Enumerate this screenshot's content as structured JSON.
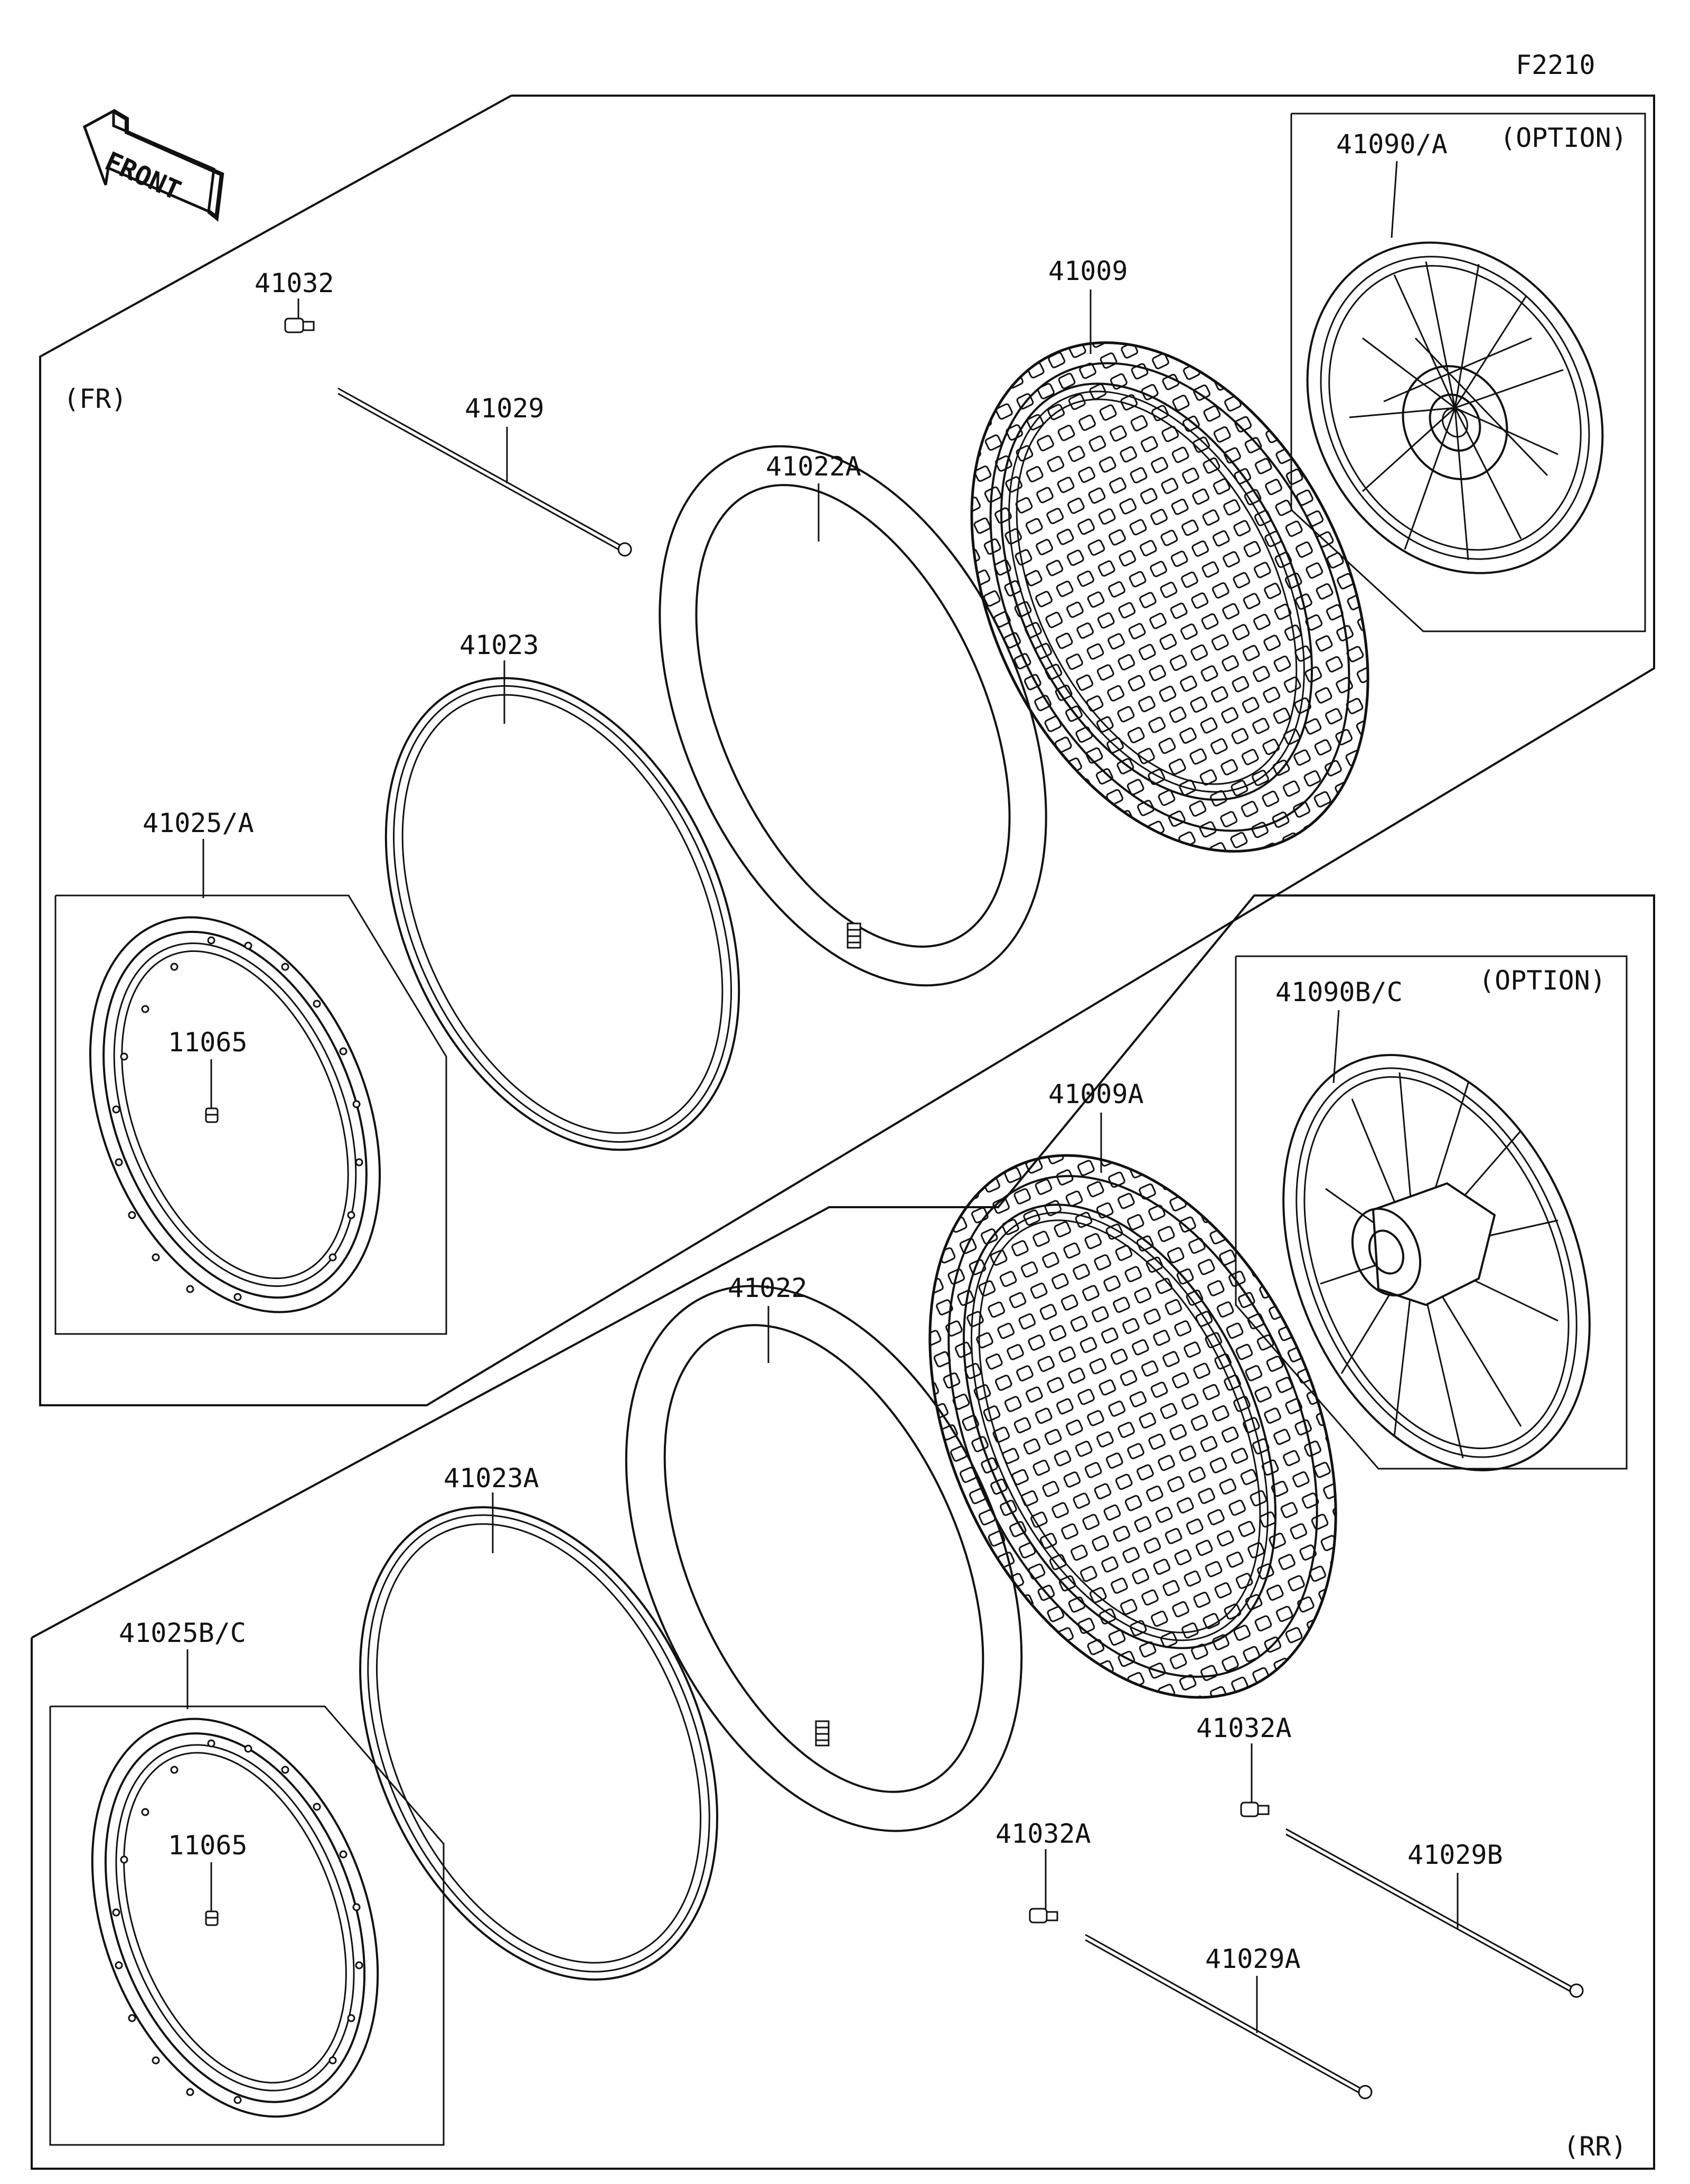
{
  "figure_code": "F2210",
  "front_arrow_label": "FRONT",
  "sections": {
    "front": {
      "label": "(FR)",
      "option_label": "(OPTION)",
      "parts": {
        "wheel_assy": "41090/A",
        "tire": "41009",
        "tube": "41022A",
        "rim_band": "41023",
        "rim": "41025/A",
        "nipple": "11065",
        "spoke": "41029",
        "spoke_nipple": "41032"
      }
    },
    "rear": {
      "label": "(RR)",
      "option_label": "(OPTION)",
      "parts": {
        "wheel_assy": "41090B/C",
        "tire": "41009A",
        "tube": "41022",
        "rim_band": "41023A",
        "rim": "41025B/C",
        "nipple": "11065",
        "spoke_inner": "41029A",
        "spoke_outer": "41029B",
        "spoke_nipple_inner": "41032A",
        "spoke_nipple_outer": "41032A"
      }
    }
  },
  "colors": {
    "line": "#111111",
    "background": "#ffffff"
  }
}
